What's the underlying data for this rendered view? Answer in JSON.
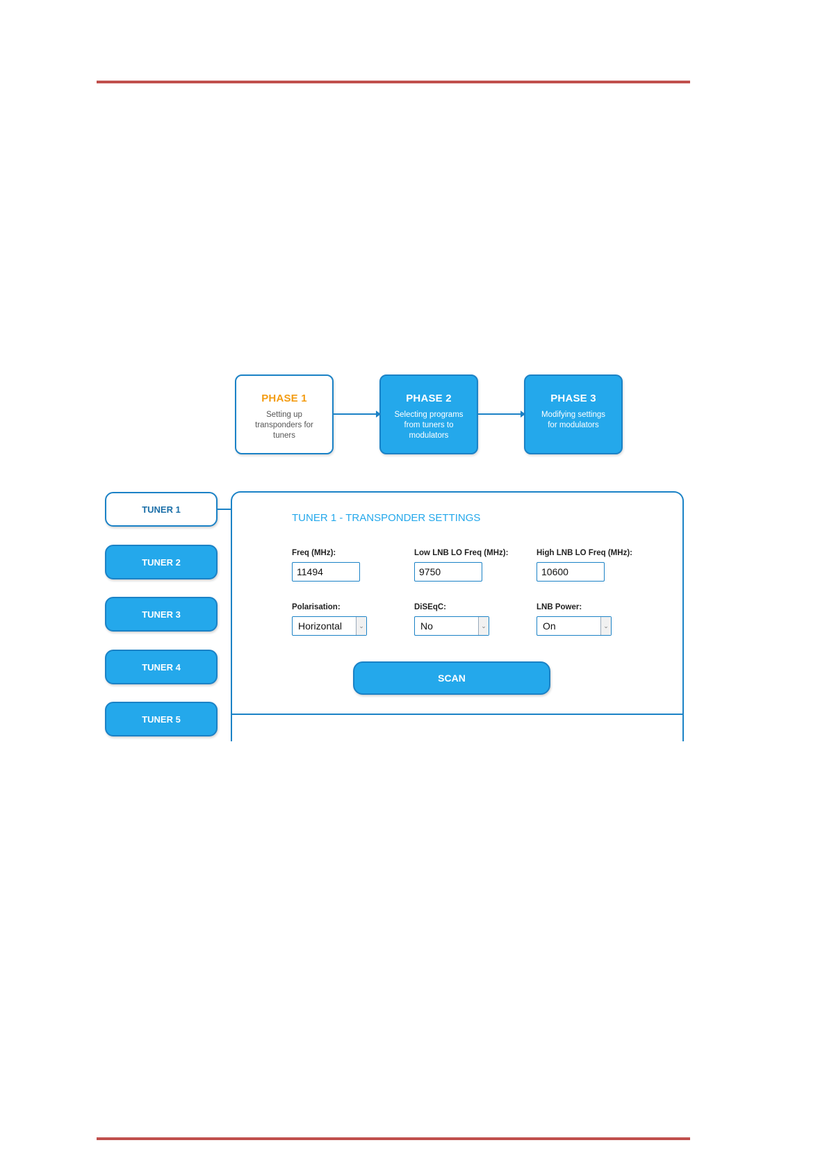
{
  "phases": [
    {
      "title": "PHASE 1",
      "description": "Setting up\ntransponders for\ntuners"
    },
    {
      "title": "PHASE 2",
      "description": "Selecting programs\nfrom tuners to\nmodulators"
    },
    {
      "title": "PHASE 3",
      "description": "Modifying settings\nfor modulators"
    }
  ],
  "tuners": [
    "TUNER 1",
    "TUNER 2",
    "TUNER 3",
    "TUNER 4",
    "TUNER 5"
  ],
  "panel": {
    "title": "TUNER 1 - TRANSPONDER SETTINGS",
    "freq": {
      "label": "Freq (MHz):",
      "value": "11494"
    },
    "low_lnb": {
      "label": "Low LNB LO Freq (MHz):",
      "value": "9750"
    },
    "high_lnb": {
      "label": "High LNB LO Freq (MHz):",
      "value": "10600"
    },
    "polarisation": {
      "label": "Polarisation:",
      "value": "Horizontal"
    },
    "diseqc": {
      "label": "DiSEqC:",
      "value": "No"
    },
    "lnb_power": {
      "label": "LNB Power:",
      "value": "On"
    },
    "scan_label": "SCAN"
  },
  "colors": {
    "accent": "#24a8eb",
    "border": "#1b82c6",
    "active_phase_title": "#f39c12",
    "rule": "#c0504d"
  }
}
